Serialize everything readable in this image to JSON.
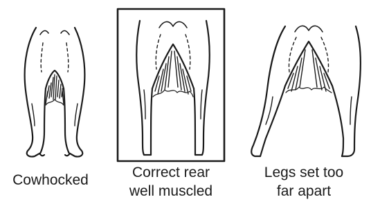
{
  "captions": [
    {
      "lines": [
        "Cowhocked"
      ]
    },
    {
      "lines": [
        "Correct rear",
        "well muscled"
      ]
    },
    {
      "lines": [
        "Legs set too",
        "far apart"
      ]
    }
  ],
  "highlighted_panel": "Correct rear well muscled",
  "colors": {
    "ink": "#1a1a1a",
    "background": "#ffffff"
  }
}
